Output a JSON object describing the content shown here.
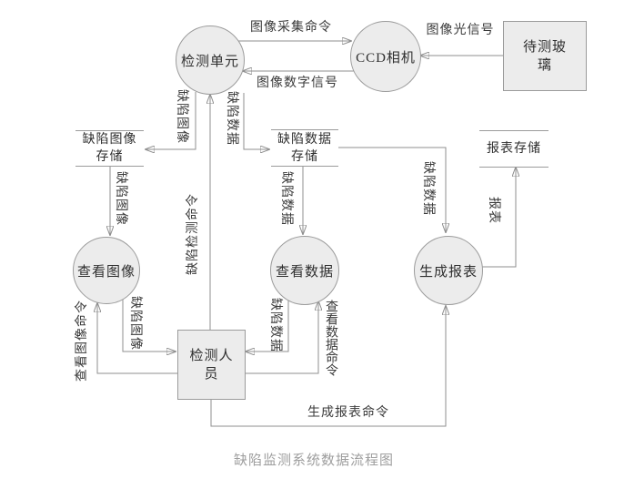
{
  "caption": "缺陷监测系统数据流程图",
  "colors": {
    "background": "#ffffff",
    "node_fill": "#ececec",
    "node_stroke": "#9b9b9b",
    "edge_line": "#8f8f8f",
    "arrowhead": "#1a1a1a",
    "node_text": "#2f2f2f",
    "label_text": "#3a3a3a",
    "caption_text": "#9e9e9e"
  },
  "nodes": {
    "detect_unit": "检测单元",
    "ccd_camera": "CCD相机",
    "glass": "待测玻璃",
    "img_store": "缺陷图像存储",
    "data_store": "缺陷数据存储",
    "report_store": "报表存储",
    "view_image": "查看图像",
    "view_data": "查看数据",
    "gen_report": "生成报表",
    "inspector": "检测人员"
  },
  "flows": {
    "img_capture_cmd": "图像采集命令",
    "img_light_signal": "图像光信号",
    "img_digital_signal": "图像数字信号",
    "defect_image_1": "缺陷图像",
    "defect_data_1": "缺陷数据",
    "defect_detect_cmd": "缺陷检测命令",
    "defect_image_2": "缺陷图像",
    "defect_data_2": "缺陷数据",
    "defect_data_3": "缺陷数据",
    "report": "报表",
    "defect_image_3": "缺陷图像",
    "view_image_cmd": "查看图像命令",
    "defect_data_4": "缺陷数据",
    "view_data_cmd": "查看数据命令",
    "gen_report_cmd": "生成报表命令"
  }
}
